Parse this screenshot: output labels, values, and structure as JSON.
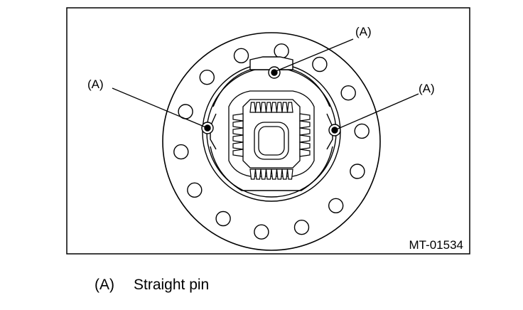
{
  "figure": {
    "code": "MT-01534",
    "callouts": [
      {
        "label": "(A)"
      },
      {
        "label": "(A)"
      },
      {
        "label": "(A)"
      }
    ]
  },
  "legend": {
    "key": "(A)",
    "text": "Straight pin"
  }
}
